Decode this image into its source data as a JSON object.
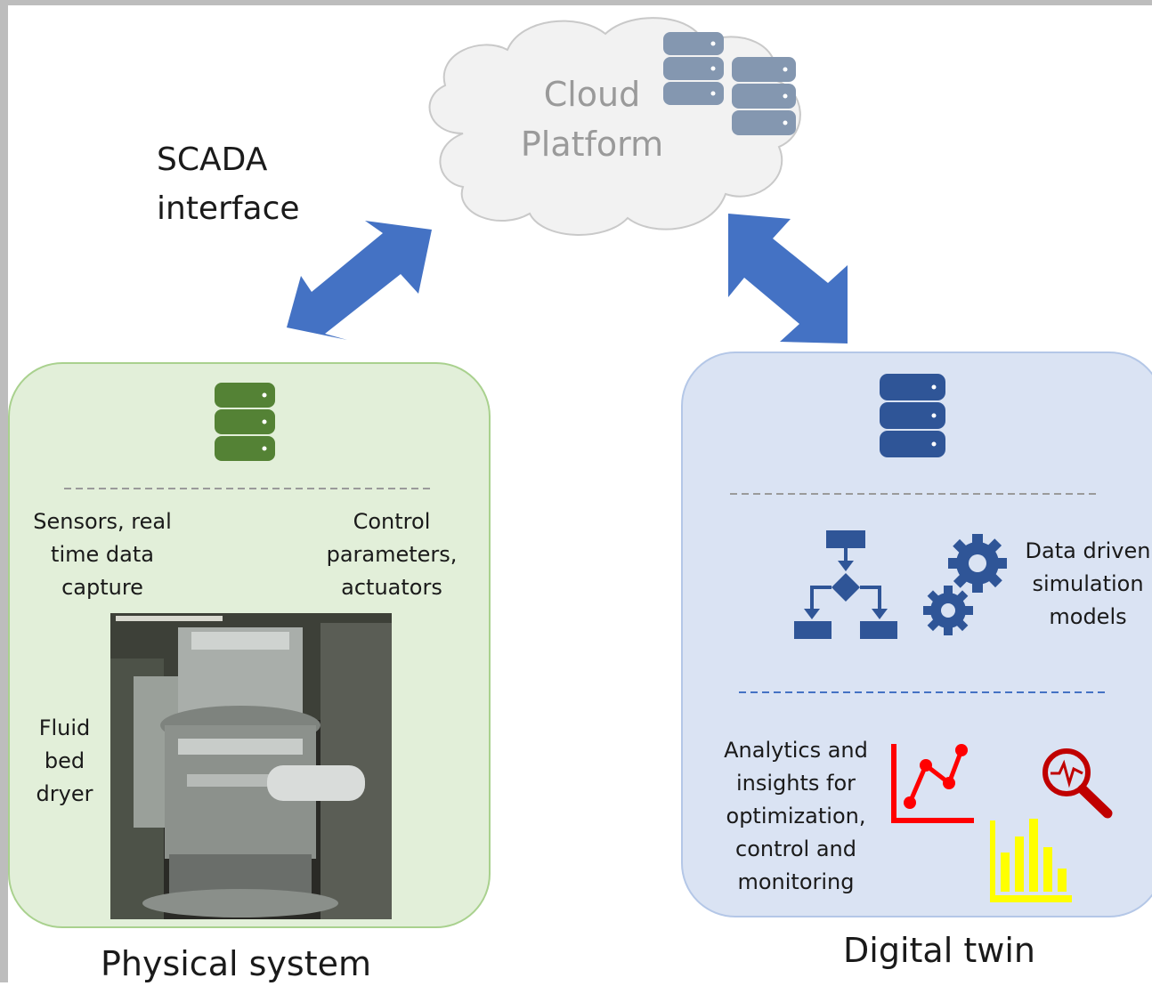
{
  "labels": {
    "scada": "SCADA\ninterface",
    "cloud": "Cloud\nPlatform",
    "sensors": "Sensors, real\ntime data\ncapture",
    "control": "Control\nparameters,\nactuators",
    "fluid_bed": "Fluid\nbed\ndryer",
    "data_driven": "Data driven\nsimulation\nmodels",
    "analytics": "Analytics and\ninsights for\noptimization,\ncontrol and\nmonitoring",
    "physical_system": "Physical system",
    "digital_twin": "Digital twin"
  },
  "colors": {
    "physical_panel_fill": "#e2efd9",
    "physical_panel_border": "#a9d18e",
    "digital_panel_fill": "#dae3f3",
    "digital_panel_border": "#b4c7e7",
    "arrow": "#4472c4",
    "physical_db": "#548235",
    "digital_db": "#2f5597",
    "cloud_db": "#8497b0",
    "chart_icon_red": "#ff0000",
    "chart_icon_yellow": "#ffff00"
  },
  "icons": [
    "database-icon",
    "flowchart-icon",
    "gears-icon",
    "line-chart-icon",
    "bar-chart-icon",
    "search-pulse-icon"
  ]
}
